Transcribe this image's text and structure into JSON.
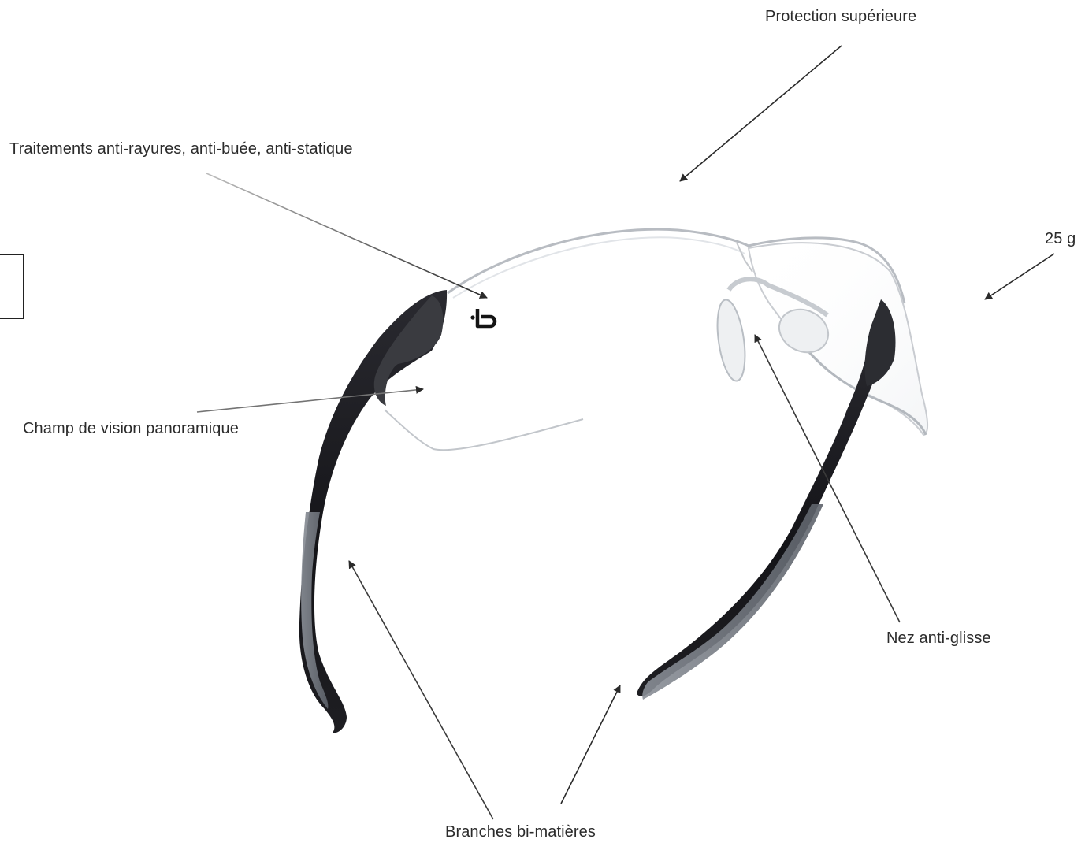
{
  "callouts": {
    "protection_superieure": "Protection supérieure",
    "traitements": "Traitements anti-rayures, anti-buée, anti-statique",
    "poids": "25 g",
    "champ_vision": "Champ de vision panoramique",
    "nez": "Nez anti-glisse",
    "branches": "Branches bi-matières"
  },
  "brand": {
    "logo_icon": "bolle-b-logo-icon"
  },
  "colors": {
    "arm_dark": "#1b1b1f",
    "arm_grip": "#6e737c",
    "lens_edge": "#b8bcc2",
    "arrow": "#2a2a2a"
  }
}
